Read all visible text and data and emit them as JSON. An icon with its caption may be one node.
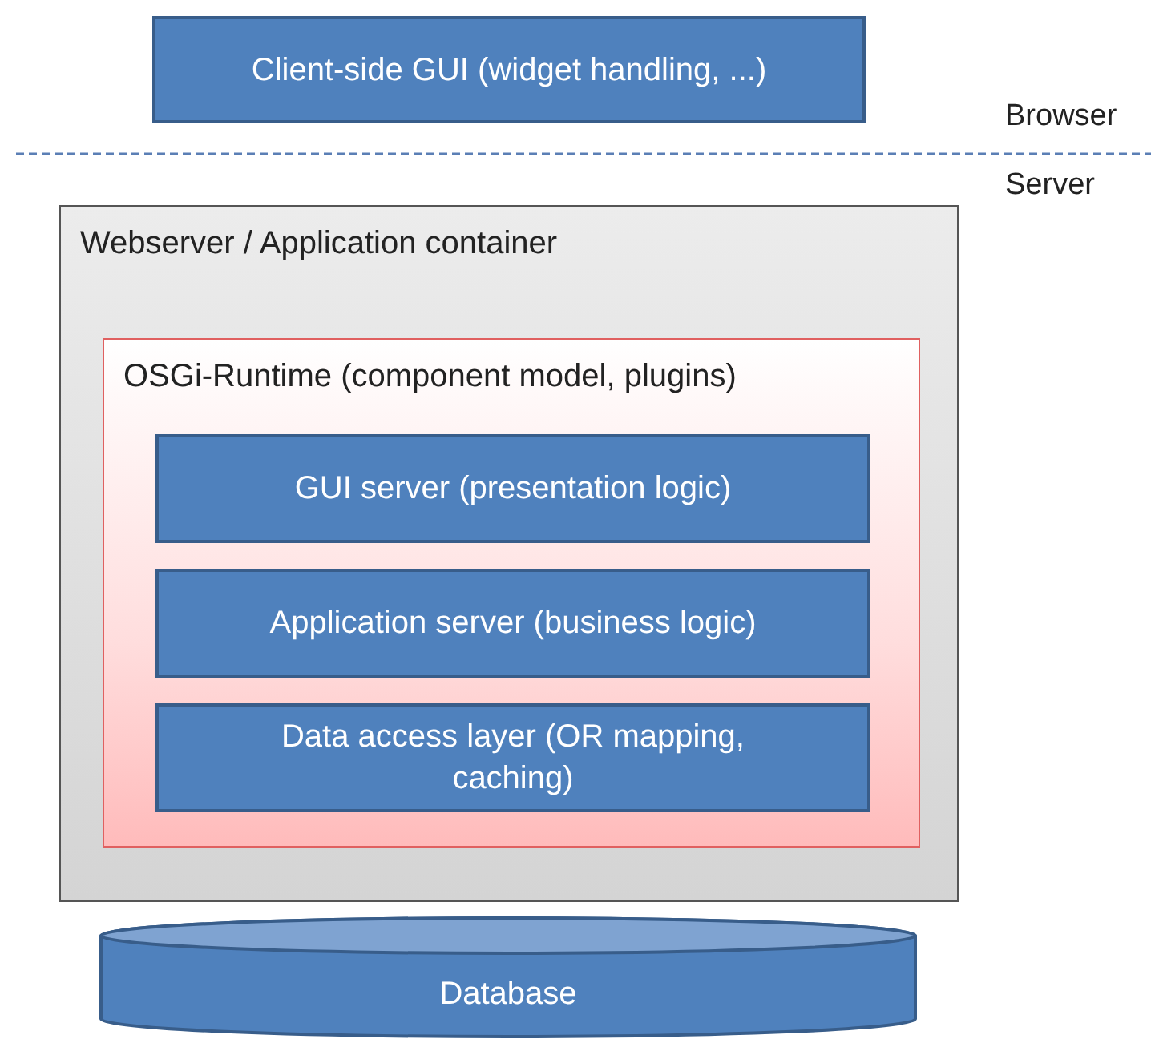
{
  "diagram": {
    "nodes": [
      {
        "text": [
          "Client-side GUI (widget handling, ...)"
        ]
      },
      {
        "text": [
          "Webserver / Application container"
        ]
      },
      {
        "text": [
          "OSGi-Runtime (component model, plugins)"
        ],
        "in": 1
      },
      {
        "text": [
          "GUI server (presentation logic)"
        ],
        "in": 2
      },
      {
        "text": [
          "Application server (business logic)"
        ],
        "in": 2
      },
      {
        "text": [
          "Data access layer (OR mapping, caching)"
        ],
        "in": 2
      },
      {
        "text": [
          "Database"
        ]
      }
    ],
    "labels": [
      "Browser",
      "Server"
    ]
  }
}
